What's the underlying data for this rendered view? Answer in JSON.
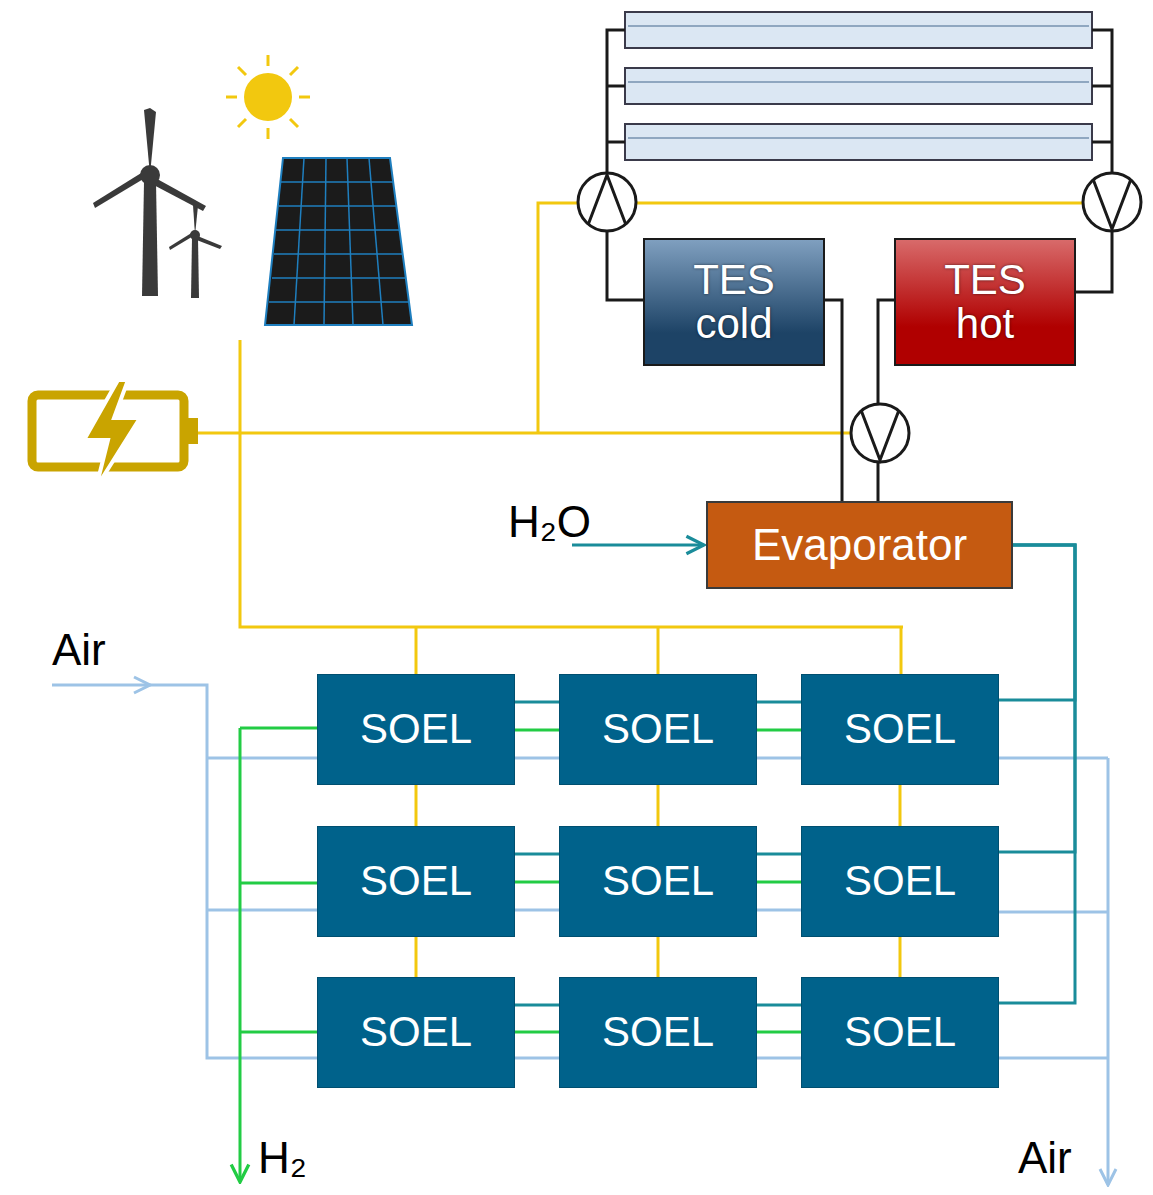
{
  "diagram": {
    "nodes": [
      {
        "text": [
          "TES cold"
        ]
      },
      {
        "text": [
          "TES hot"
        ]
      },
      {
        "text": [
          "Evaporator"
        ]
      },
      {
        "text": [
          "SOEL"
        ]
      },
      {
        "text": [
          "SOEL"
        ]
      },
      {
        "text": [
          "SOEL"
        ]
      },
      {
        "text": [
          "SOEL"
        ]
      },
      {
        "text": [
          "SOEL"
        ]
      },
      {
        "text": [
          "SOEL"
        ]
      },
      {
        "text": [
          "SOEL"
        ]
      },
      {
        "text": [
          "SOEL"
        ]
      },
      {
        "text": [
          "SOEL"
        ]
      }
    ],
    "edges": [
      {
        "from": 0,
        "to": 2,
        "arrow": "none"
      },
      {
        "from": 1,
        "to": 2,
        "arrow": "none"
      },
      {
        "from": 2,
        "to": 5,
        "arrow": "none"
      },
      {
        "from": 2,
        "to": 8,
        "arrow": "none"
      },
      {
        "from": 2,
        "to": 11,
        "arrow": "none"
      },
      {
        "from": 5,
        "to": 4,
        "arrow": "none"
      },
      {
        "from": 4,
        "to": 3,
        "arrow": "none"
      },
      {
        "from": 8,
        "to": 7,
        "arrow": "none"
      },
      {
        "from": 7,
        "to": 6,
        "arrow": "none"
      },
      {
        "from": 11,
        "to": 10,
        "arrow": "none"
      },
      {
        "from": 10,
        "to": 9,
        "arrow": "none"
      },
      {
        "from": 3,
        "to": 6,
        "arrow": "none"
      },
      {
        "from": 4,
        "to": 7,
        "arrow": "none"
      },
      {
        "from": 5,
        "to": 8,
        "arrow": "none"
      },
      {
        "from": 6,
        "to": 9,
        "arrow": "none"
      },
      {
        "from": 7,
        "to": 10,
        "arrow": "none"
      },
      {
        "from": 8,
        "to": 11,
        "arrow": "none"
      }
    ],
    "labels": [
      "H₂O",
      "Air",
      "H₂",
      "Air"
    ]
  }
}
